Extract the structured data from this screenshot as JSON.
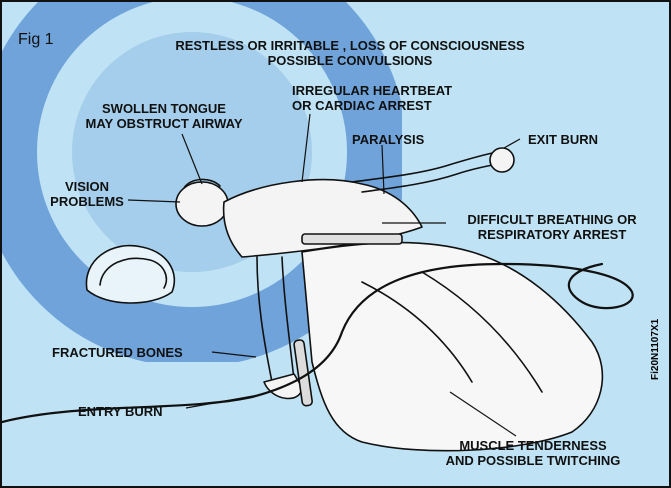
{
  "figure": {
    "fig_label": "Fig 1",
    "labels": {
      "restless": "RESTLESS OR IRRITABLE , LOSS OF CONSCIOUSNESS",
      "convulsions": "POSSIBLE CONVULSIONS",
      "heartbeat_1": "IRREGULAR HEARTBEAT",
      "heartbeat_2": "OR CARDIAC ARREST",
      "tongue_1": "SWOLLEN TONGUE",
      "tongue_2": "MAY OBSTRUCT AIRWAY",
      "paralysis": "PARALYSIS",
      "exit_burn": "EXIT BURN",
      "vision_1": "VISION",
      "vision_2": "PROBLEMS",
      "breathing_1": "DIFFICULT BREATHING OR",
      "breathing_2": "RESPIRATORY ARREST",
      "fractured": "FRACTURED BONES",
      "entry_burn": "ENTRY BURN",
      "muscle_1": "MUSCLE TENDERNESS",
      "muscle_2": "AND POSSIBLE TWITCHING"
    },
    "code": "Fi20N1107X1"
  },
  "colors": {
    "background": "#bfe3f4",
    "watermark": "#2d6fc4",
    "ink": "#111111"
  }
}
